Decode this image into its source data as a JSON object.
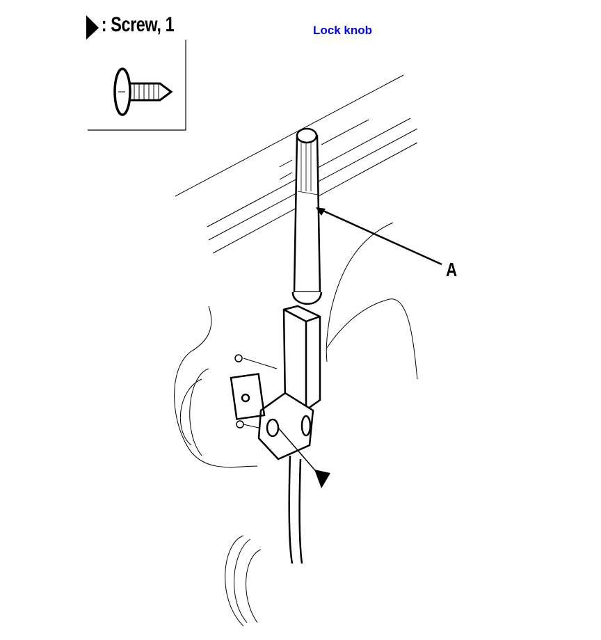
{
  "title": "Lock knob",
  "legend": {
    "symbol": "triangle-marker",
    "label": ": Screw, 1"
  },
  "callouts": {
    "a": "A"
  },
  "colors": {
    "title": "#0000ff",
    "line": "#000000"
  }
}
